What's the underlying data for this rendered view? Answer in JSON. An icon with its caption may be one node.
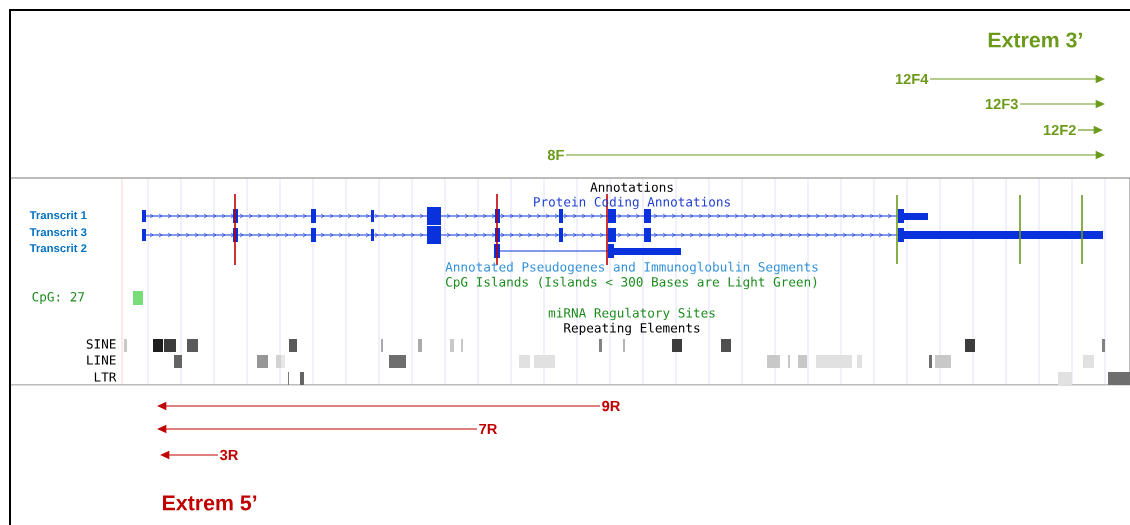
{
  "diagram": {
    "nodes": [
      {
        "text": [
          "12F4"
        ]
      },
      {
        "text": [
          "12F3"
        ]
      },
      {
        "text": [
          "12F2"
        ]
      },
      {
        "text": [
          "8F"
        ]
      },
      {
        "text": [
          "9R"
        ]
      },
      {
        "text": [
          "7R"
        ]
      },
      {
        "text": [
          "3R"
        ]
      }
    ],
    "edges": [
      {
        "from": 0,
        "to": null,
        "arrow": "to",
        "color": "#6b9a1a"
      },
      {
        "from": 1,
        "to": null,
        "arrow": "to",
        "color": "#6b9a1a"
      },
      {
        "from": 2,
        "to": null,
        "arrow": "to",
        "color": "#6b9a1a"
      },
      {
        "from": 3,
        "to": null,
        "arrow": "to",
        "color": "#6b9a1a"
      },
      {
        "from": 4,
        "to": null,
        "arrow": "to",
        "color": "#c00000"
      },
      {
        "from": 5,
        "to": null,
        "arrow": "to",
        "color": "#c00000"
      },
      {
        "from": 6,
        "to": null,
        "arrow": "to",
        "color": "#c00000"
      }
    ],
    "labels": [
      "Extrem 3’",
      "Annotations",
      "Transcrit 1",
      "Protein Coding Annotations",
      "Transcrit 3",
      "Transcrit 2",
      "Annotated Pseudogenes and Immunoglobulin Segments",
      "CpG Islands (Islands < 300 Bases are Light Green)",
      "CpG: 27",
      "miRNA Regulatory Sites",
      "Repeating Elements",
      "SINE",
      "LINE",
      "LTR",
      "Extrem 5’"
    ]
  }
}
